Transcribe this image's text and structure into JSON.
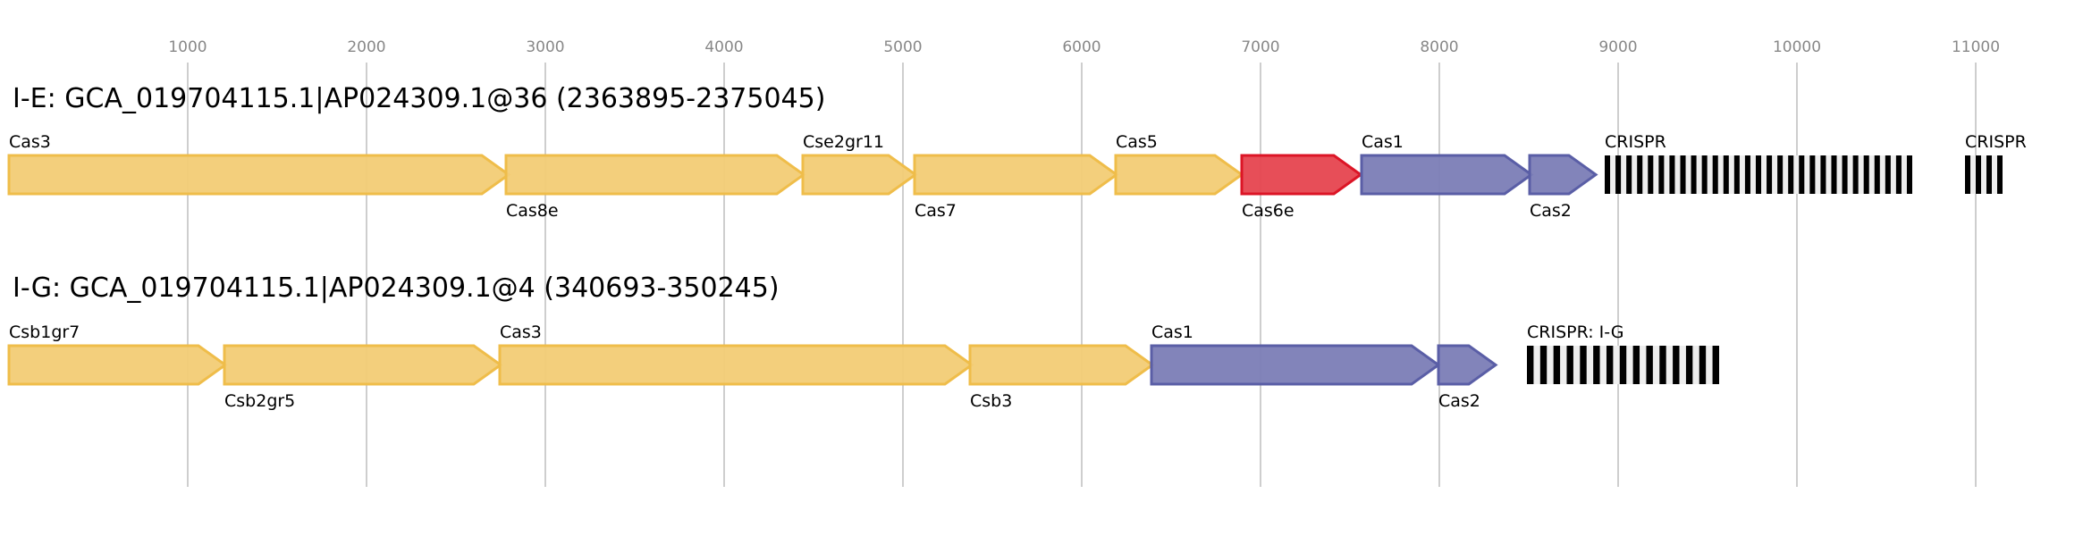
{
  "axis": {
    "ticks": [
      1000,
      2000,
      3000,
      4000,
      5000,
      6000,
      7000,
      8000,
      9000,
      10000,
      11000
    ],
    "tick_labels": [
      "1000",
      "2000",
      "3000",
      "4000",
      "5000",
      "6000",
      "7000",
      "8000",
      "9000",
      "10000",
      "11000"
    ],
    "range_bp": [
      0,
      11600
    ]
  },
  "colors": {
    "yellow_fill": "#f2cc75",
    "yellow_stroke": "#efbd4a",
    "red_fill": "#e6454f",
    "red_stroke": "#dc1526",
    "blue_fill": "#7b7db6",
    "blue_stroke": "#5a5ea6",
    "grid": "#bdbdbd",
    "crispr_bar": "#000000",
    "crispr_gap": "#eeeeee"
  },
  "tracks": [
    {
      "title": "I-E: GCA_019704115.1|AP024309.1@36 (2363895-2375045)",
      "genes": [
        {
          "name": "Cas3",
          "start": 0,
          "end": 2795,
          "color": "yellow",
          "label_pos": "above"
        },
        {
          "name": "Cas8e",
          "start": 2780,
          "end": 4445,
          "color": "yellow",
          "label_pos": "below"
        },
        {
          "name": "Cse2gr11",
          "start": 4440,
          "end": 5070,
          "color": "yellow",
          "label_pos": "above"
        },
        {
          "name": "Cas7",
          "start": 5065,
          "end": 6195,
          "color": "yellow",
          "label_pos": "below"
        },
        {
          "name": "Cas5",
          "start": 6190,
          "end": 6895,
          "color": "yellow",
          "label_pos": "above"
        },
        {
          "name": "Cas6e",
          "start": 6895,
          "end": 7560,
          "color": "red",
          "label_pos": "below"
        },
        {
          "name": "Cas1",
          "start": 7565,
          "end": 8515,
          "color": "blue",
          "label_pos": "above"
        },
        {
          "name": "Cas2",
          "start": 8505,
          "end": 8875,
          "color": "blue",
          "label_pos": "below"
        }
      ],
      "crisprs": [
        {
          "name": "CRISPR",
          "start": 8925,
          "end": 10645,
          "repeats": 29
        },
        {
          "name": "CRISPR",
          "start": 10940,
          "end": 11150,
          "repeats": 4
        }
      ]
    },
    {
      "title": "I-G: GCA_019704115.1|AP024309.1@4 (340693-350245)",
      "genes": [
        {
          "name": "Csb1gr7",
          "start": 0,
          "end": 1210,
          "color": "yellow",
          "label_pos": "above"
        },
        {
          "name": "Csb2gr5",
          "start": 1205,
          "end": 2750,
          "color": "yellow",
          "label_pos": "below"
        },
        {
          "name": "Cas3",
          "start": 2745,
          "end": 5385,
          "color": "yellow",
          "label_pos": "above"
        },
        {
          "name": "Csb3",
          "start": 5375,
          "end": 6395,
          "color": "yellow",
          "label_pos": "below"
        },
        {
          "name": "Cas1",
          "start": 6390,
          "end": 7995,
          "color": "blue",
          "label_pos": "above"
        },
        {
          "name": "Cas2",
          "start": 7995,
          "end": 8315,
          "color": "blue",
          "label_pos": "below"
        }
      ],
      "crisprs": [
        {
          "name": "CRISPR: I-G",
          "start": 8490,
          "end": 9565,
          "repeats": 15
        }
      ]
    }
  ]
}
